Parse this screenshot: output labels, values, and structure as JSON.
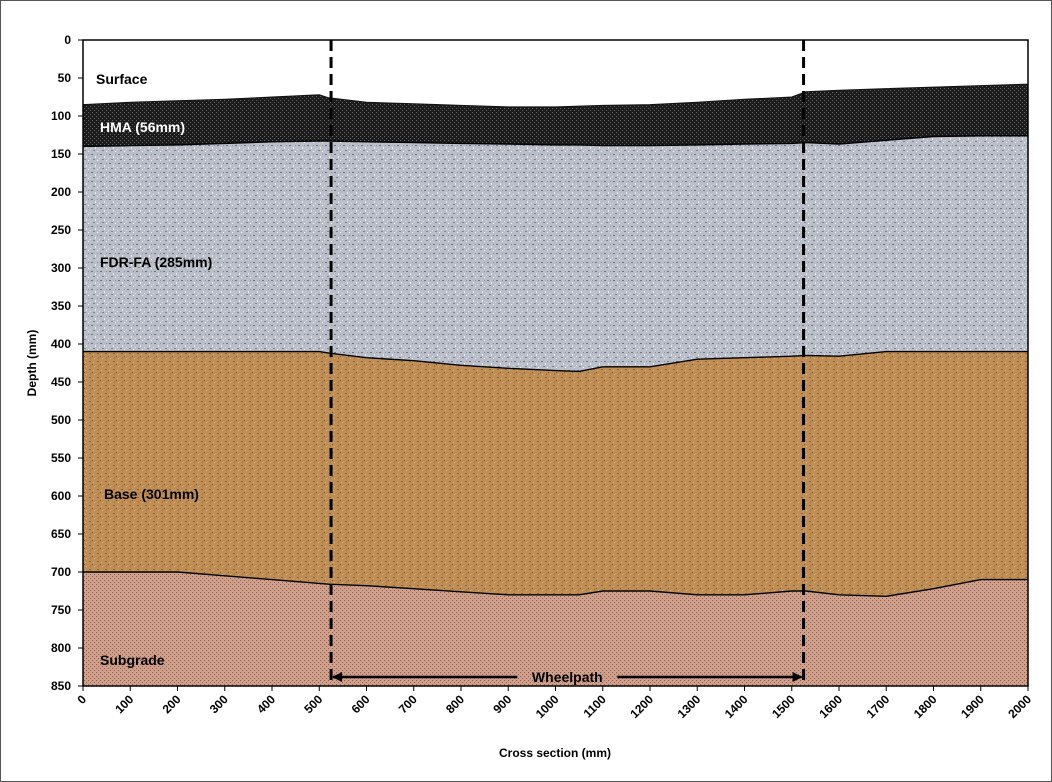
{
  "chart_data": {
    "type": "area",
    "title": "",
    "xlabel": "Cross section (mm)",
    "ylabel": "Depth (mm)",
    "xlim": [
      0,
      2000
    ],
    "ylim": [
      850,
      0
    ],
    "y_inverted": true,
    "x_ticks": [
      0,
      100,
      200,
      300,
      400,
      500,
      600,
      700,
      800,
      900,
      1000,
      1100,
      1200,
      1300,
      1400,
      1500,
      1600,
      1700,
      1800,
      1900,
      2000
    ],
    "y_ticks": [
      0,
      50,
      100,
      150,
      200,
      250,
      300,
      350,
      400,
      450,
      500,
      550,
      600,
      650,
      700,
      750,
      800,
      850
    ],
    "grid": false,
    "legend": "none",
    "x": [
      0,
      100,
      200,
      300,
      400,
      500,
      520,
      600,
      700,
      800,
      900,
      1000,
      1050,
      1100,
      1200,
      1300,
      1400,
      1500,
      1530,
      1600,
      1700,
      1800,
      1900,
      2000
    ],
    "boundaries": [
      {
        "name": "surface_top",
        "depth": [
          85,
          82,
          80,
          78,
          75,
          72,
          76,
          82,
          84,
          86,
          88,
          88,
          87,
          86,
          85,
          82,
          78,
          75,
          68,
          66,
          64,
          62,
          60,
          58
        ]
      },
      {
        "name": "hma_bottom",
        "depth": [
          140,
          139,
          138,
          136,
          134,
          133,
          133,
          134,
          135,
          136,
          137,
          138,
          138,
          139,
          139,
          138,
          137,
          136,
          135,
          137,
          132,
          127,
          126,
          126
        ]
      },
      {
        "name": "fdr_bottom",
        "depth": [
          410,
          410,
          410,
          410,
          410,
          410,
          412,
          418,
          422,
          428,
          432,
          435,
          436,
          430,
          430,
          420,
          418,
          416,
          415,
          416,
          410,
          410,
          410,
          410
        ]
      },
      {
        "name": "base_bottom",
        "depth": [
          700,
          700,
          700,
          705,
          710,
          715,
          716,
          718,
          722,
          726,
          730,
          730,
          730,
          725,
          725,
          730,
          730,
          725,
          725,
          730,
          732,
          722,
          710,
          710
        ]
      }
    ],
    "layers": [
      {
        "label": "Surface",
        "fill": "#ffffff"
      },
      {
        "label": "HMA (56mm)",
        "fill": "#1f1f1f"
      },
      {
        "label": "FDR-FA (285mm)",
        "fill": "#b7bcc6"
      },
      {
        "label": "Base (301mm)",
        "fill": "#be8d55"
      },
      {
        "label": "Subgrade",
        "fill": "#c99a86"
      }
    ],
    "wheelpath": {
      "label": "Wheelpath",
      "x_start": 525,
      "x_end": 1525
    }
  }
}
